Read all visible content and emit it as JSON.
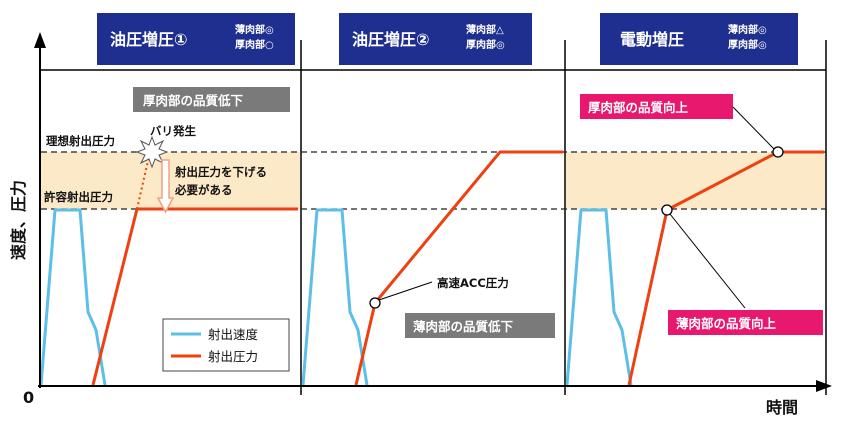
{
  "panels": [
    {
      "title": "油圧増圧①",
      "sub1": "薄肉部◎",
      "sub2": "厚肉部○"
    },
    {
      "title": "油圧増圧②",
      "sub1": "薄肉部△",
      "sub2": "厚肉部◎"
    },
    {
      "title": "電動増圧",
      "sub1": "薄肉部◎",
      "sub2": "厚肉部◎"
    }
  ],
  "axes": {
    "y_label": "速度、圧力",
    "x_label": "時間",
    "origin": "0"
  },
  "levels": {
    "ideal": "理想射出圧力",
    "allowed": "許容射出圧力"
  },
  "annotations": {
    "burr": "バリ発生",
    "lower_line1": "射出圧力を下げる",
    "lower_line2": "必要がある",
    "thick_low": "厚肉部の品質低下",
    "thin_low": "薄肉部の品質低下",
    "acc": "高速ACC圧力",
    "thick_up": "厚肉部の品質向上",
    "thin_up": "薄肉部の品質向上"
  },
  "legend": {
    "speed": "射出速度",
    "pressure": "射出圧力"
  },
  "colors": {
    "header_bg": "#1f2f8f",
    "speed": "#5bbfe8",
    "pressure": "#ee4010",
    "band": "#fbe9c7",
    "gray_box": "#7a7a7a",
    "pink_box": "#e8186f",
    "burr_line": "#f4a080"
  }
}
